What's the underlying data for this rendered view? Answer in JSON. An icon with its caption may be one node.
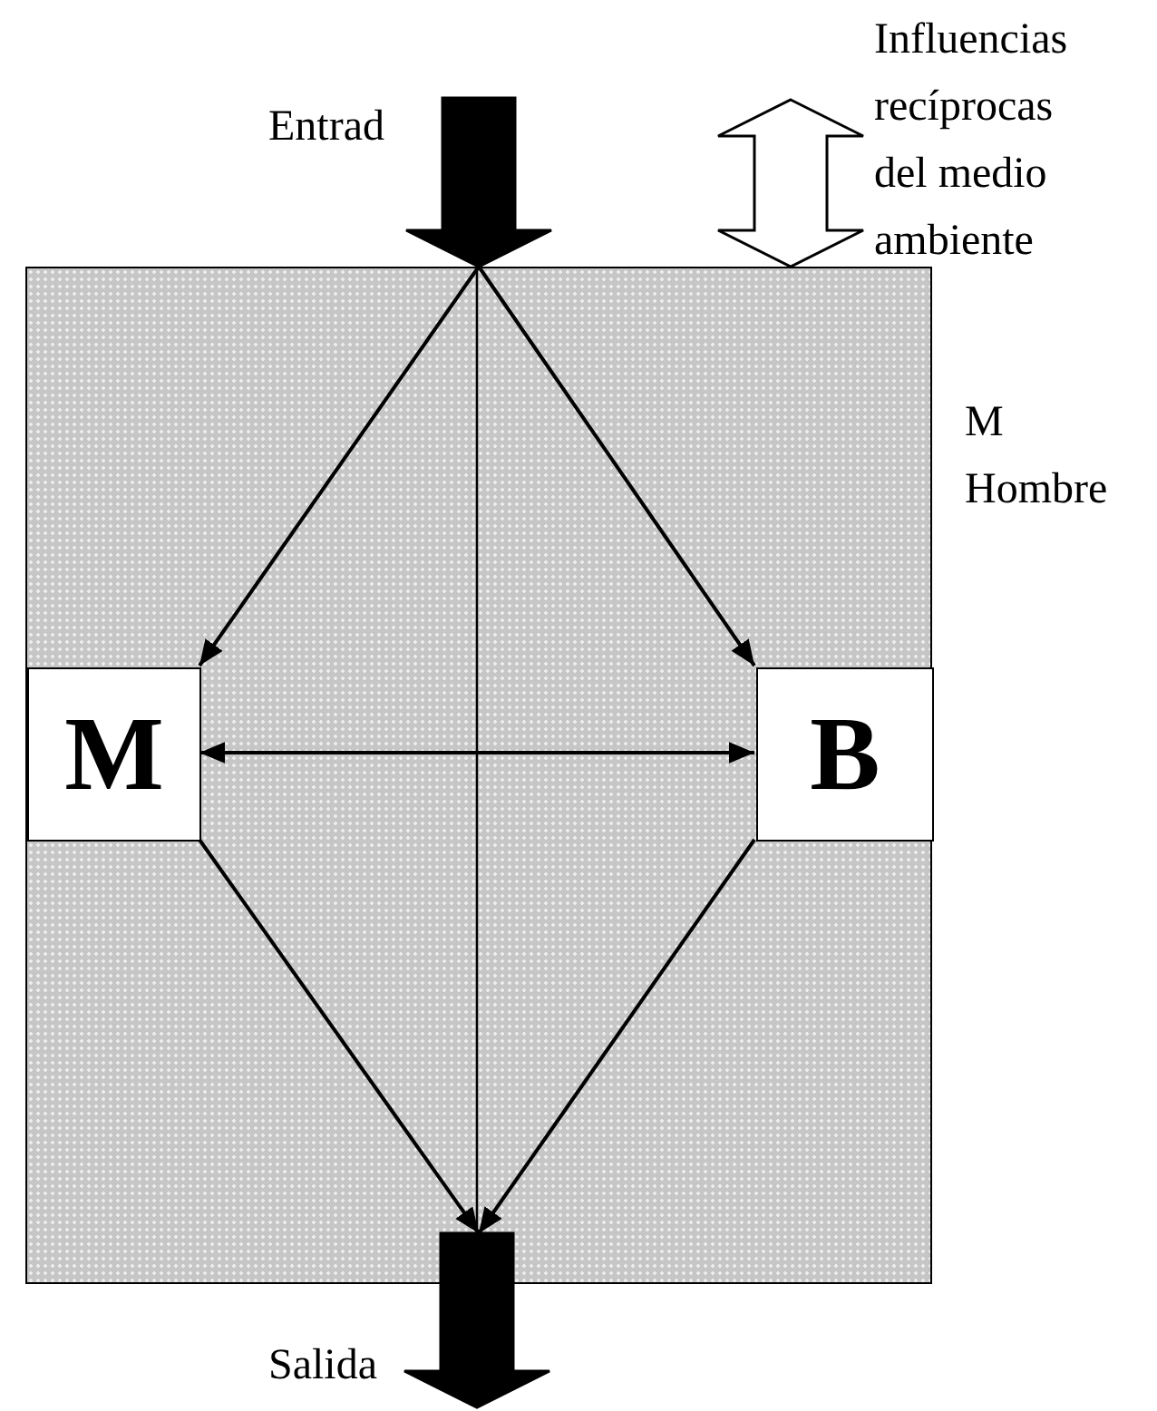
{
  "diagram": {
    "nodes": [
      {
        "text": [],
        "shape": "box"
      },
      {
        "text": [
          "M"
        ],
        "in": 0
      },
      {
        "text": [
          "B"
        ],
        "in": 0
      }
    ],
    "edges": [
      {
        "from": null,
        "to": 0,
        "arrow": "to",
        "style": "thick"
      },
      {
        "from": null,
        "to": 0,
        "arrow": "both",
        "style": "thick",
        "color": "#ffffff"
      },
      {
        "from": 0,
        "to": 1,
        "arrow": "to"
      },
      {
        "from": 0,
        "to": 2,
        "arrow": "to"
      },
      {
        "from": 1,
        "to": 2,
        "arrow": "both"
      },
      {
        "from": 1,
        "to": 0,
        "arrow": "to"
      },
      {
        "from": 2,
        "to": 0,
        "arrow": "to"
      },
      {
        "from": 0,
        "to": null,
        "arrow": "to",
        "style": "thick"
      }
    ],
    "labels": [
      "Entrad",
      "Influencias recíprocas del medio ambiente",
      "M",
      "Hombre",
      "Salida"
    ]
  }
}
